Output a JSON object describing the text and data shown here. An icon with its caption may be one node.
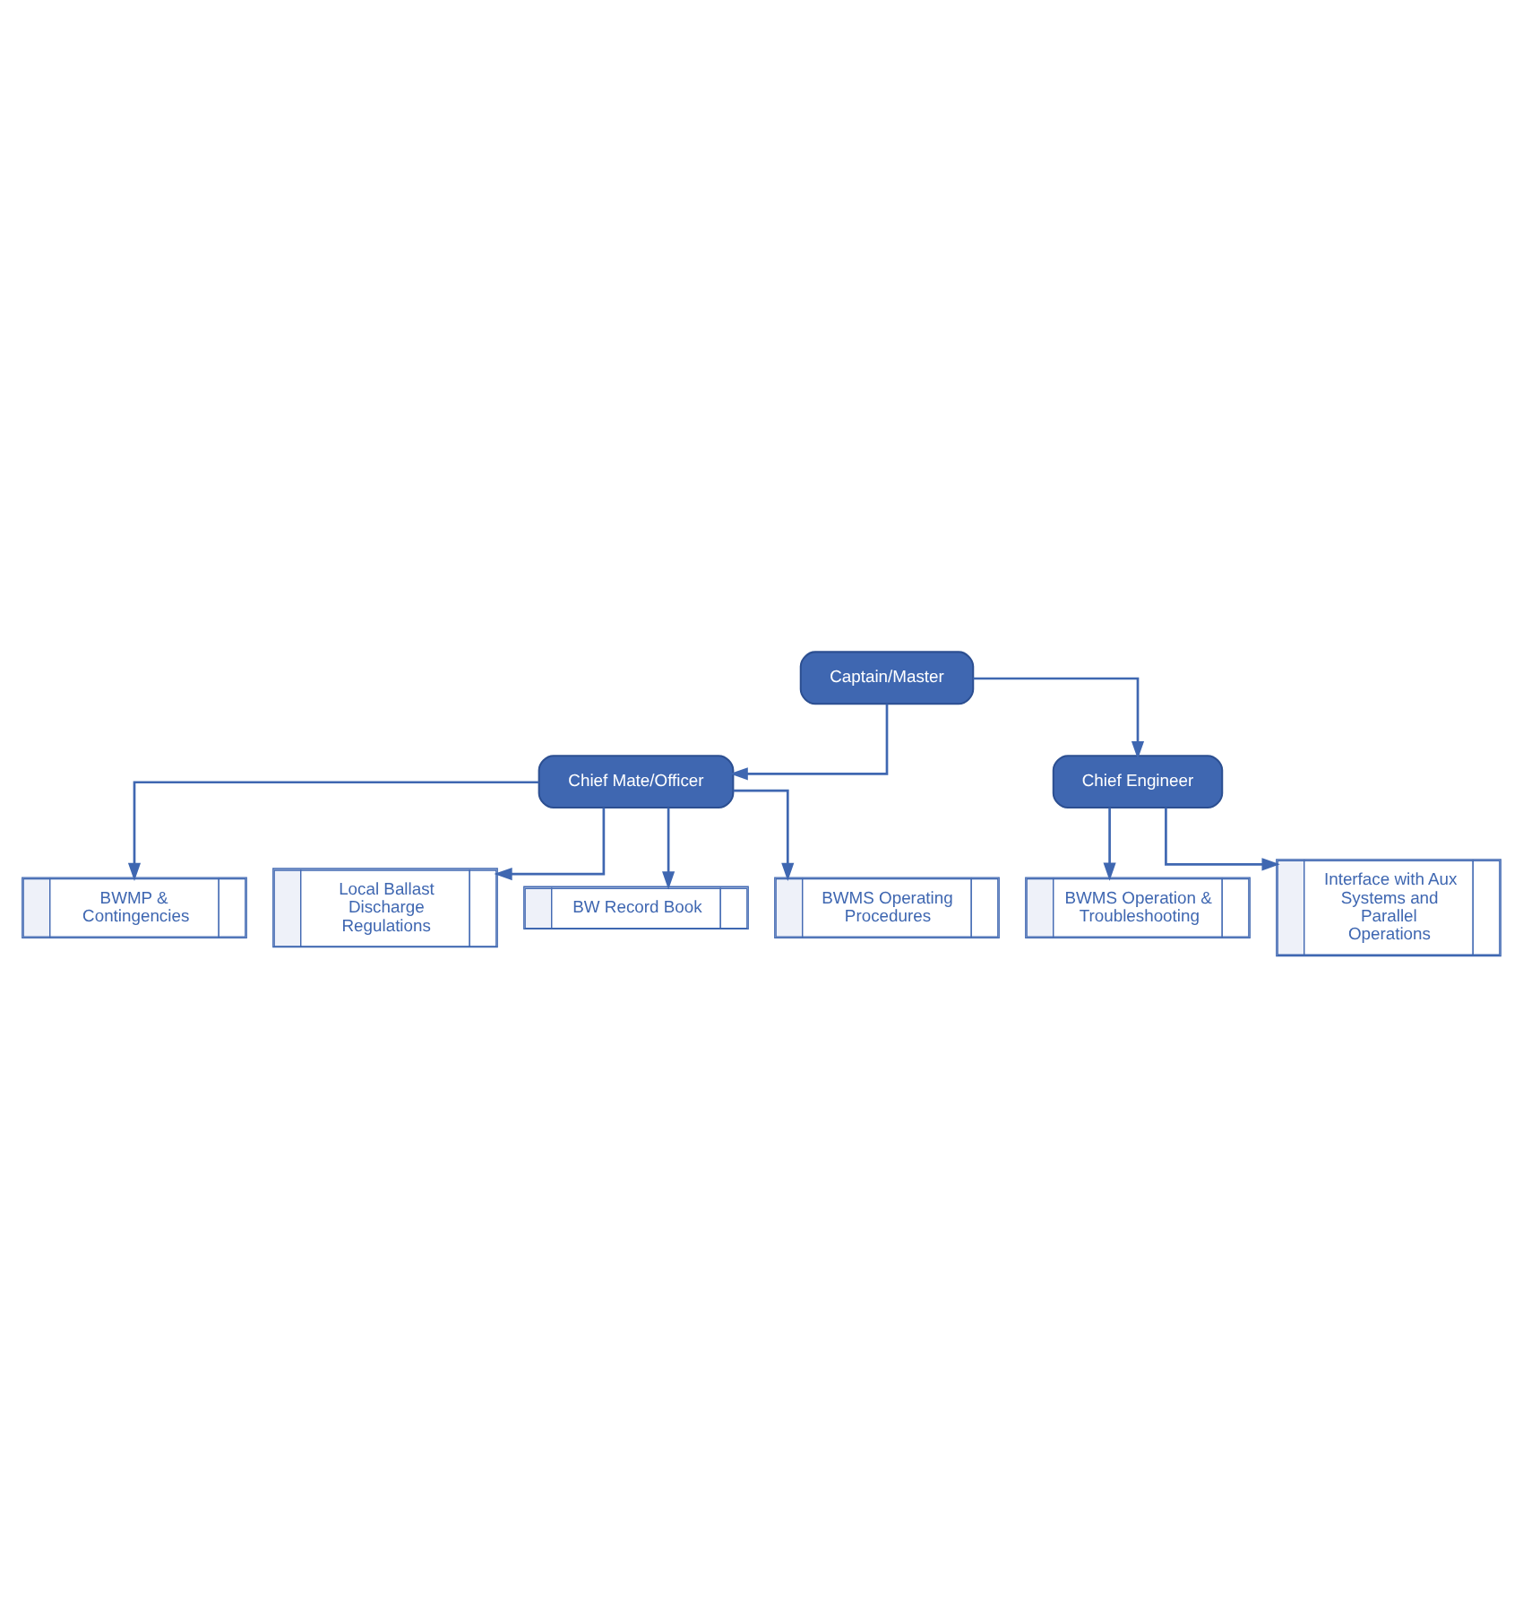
{
  "diagram": {
    "nodes": [
      {
        "text": [
          "Captain/Master"
        ]
      },
      {
        "text": [
          "Chief Mate/Officer"
        ]
      },
      {
        "text": [
          "Chief Engineer"
        ]
      },
      {
        "text": [
          "BWMP & Contingencies"
        ]
      },
      {
        "text": [
          "Local Ballast Discharge Regulations"
        ]
      },
      {
        "text": [
          "BW Record Book"
        ]
      },
      {
        "text": [
          "BWMS Operating Procedures"
        ]
      },
      {
        "text": [
          "BWMS Operation & Troubleshooting"
        ]
      },
      {
        "text": [
          "Interface with Aux Systems and Parallel Operations"
        ]
      }
    ],
    "edges": [
      {
        "from": 0,
        "to": 1,
        "arrow": "to"
      },
      {
        "from": 0,
        "to": 2,
        "arrow": "to"
      },
      {
        "from": 1,
        "to": 3,
        "arrow": "to"
      },
      {
        "from": 1,
        "to": 4,
        "arrow": "to"
      },
      {
        "from": 1,
        "to": 5,
        "arrow": "to"
      },
      {
        "from": 1,
        "to": 6,
        "arrow": "to"
      },
      {
        "from": 2,
        "to": 7,
        "arrow": "to"
      },
      {
        "from": 2,
        "to": 8,
        "arrow": "to"
      }
    ]
  }
}
